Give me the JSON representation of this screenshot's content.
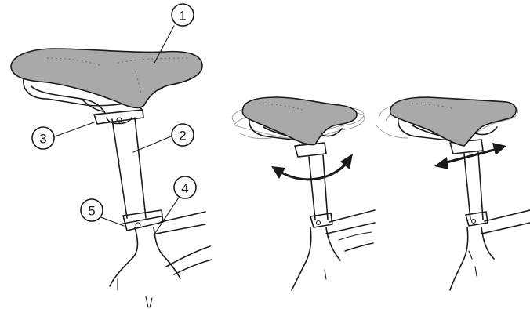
{
  "colors": {
    "saddle_fill": "#a9a9a9",
    "line": "#1a1a1a",
    "ghost_line": "#9a9a9a",
    "background": "#ffffff"
  },
  "callouts": [
    {
      "id": "saddle",
      "label": "1"
    },
    {
      "id": "seatpost",
      "label": "2"
    },
    {
      "id": "saddle-clamp",
      "label": "3"
    },
    {
      "id": "frame",
      "label": "4"
    },
    {
      "id": "seatpost-clamp",
      "label": "5"
    }
  ],
  "panels": [
    {
      "id": "overview",
      "arrow": "none"
    },
    {
      "id": "tilt-adjustment",
      "arrow": "curved-double-arrow"
    },
    {
      "id": "fore-aft-adjustment",
      "arrow": "straight-double-arrow"
    }
  ]
}
